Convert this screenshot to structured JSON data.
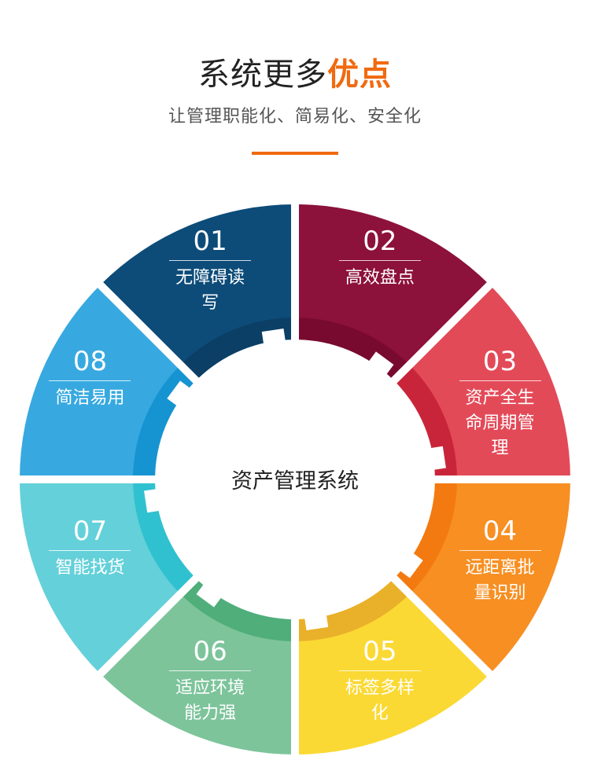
{
  "header": {
    "title_plain": "系统更多",
    "title_highlight": "优点",
    "subtitle": "让管理职能化、简易化、安全化"
  },
  "center_label": "资产管理系统",
  "accent": "#f06a10",
  "segments": [
    {
      "num": "01",
      "text": "无障碍读写",
      "color": "#0d4c79",
      "dark": "#0b3f66"
    },
    {
      "num": "02",
      "text": "高效盘点",
      "color": "#8c113b",
      "dark": "#780a30"
    },
    {
      "num": "03",
      "text": "资产全生命周期管理",
      "color": "#e34a58",
      "dark": "#c9253a"
    },
    {
      "num": "04",
      "text": "远距离批量识别",
      "color": "#f78f22",
      "dark": "#f37a10"
    },
    {
      "num": "05",
      "text": "标签多样化",
      "color": "#fbd934",
      "dark": "#e9b02a"
    },
    {
      "num": "06",
      "text": "适应环境能力强",
      "color": "#7dc49b",
      "dark": "#4fae7a"
    },
    {
      "num": "07",
      "text": "智能找货",
      "color": "#64d0da",
      "dark": "#2fc1cf"
    },
    {
      "num": "08",
      "text": "简洁易用",
      "color": "#37a9e0",
      "dark": "#1694d2"
    }
  ]
}
